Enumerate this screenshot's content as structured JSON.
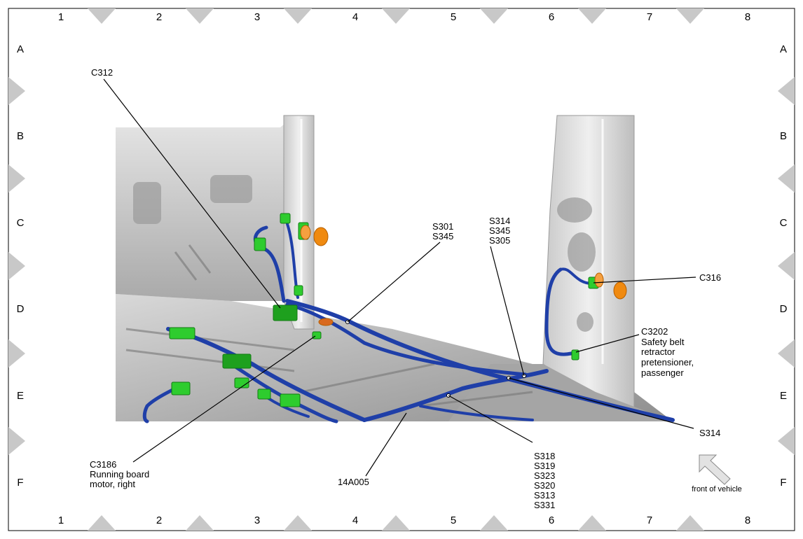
{
  "grid": {
    "columns": [
      "1",
      "2",
      "3",
      "4",
      "5",
      "6",
      "7",
      "8"
    ],
    "rows": [
      "A",
      "B",
      "C",
      "D",
      "E",
      "F"
    ]
  },
  "labels": {
    "c312": "C312",
    "s301_group": [
      "S301",
      "S345"
    ],
    "s314_group": [
      "S314",
      "S345",
      "S305"
    ],
    "c316": "C316",
    "c3202": [
      "C3202",
      "Safety belt",
      "retractor",
      "pretensioner,",
      "passenger"
    ],
    "s314": "S314",
    "c3186": [
      "C3186",
      "Running board",
      "motor, right"
    ],
    "harness": "14A005",
    "splices": [
      "S318",
      "S319",
      "S323",
      "S320",
      "S313",
      "S331"
    ],
    "front": "front of vehicle"
  },
  "colors": {
    "harness": "#1f3fa8",
    "connector": "#2ecc2e",
    "grommet": "#f08a10",
    "body_panel": "#b9b9b9",
    "frame_chevron": "#c8c8c8"
  },
  "icons": {
    "front_arrow": "arrow-up-left-icon"
  }
}
